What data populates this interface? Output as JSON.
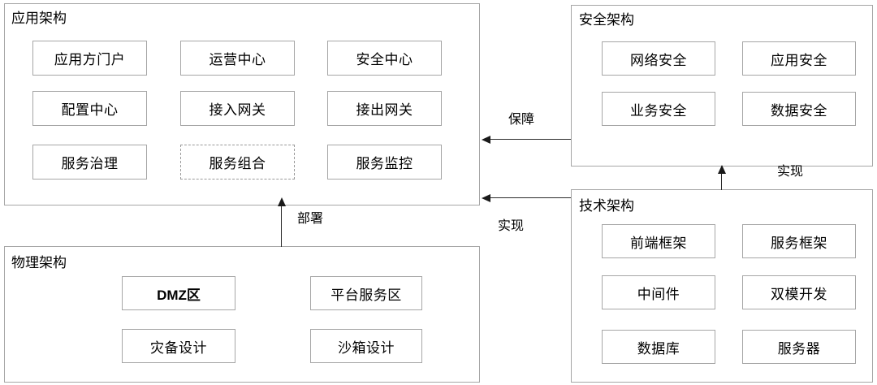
{
  "diagram": {
    "type": "architecture-block-diagram",
    "background": "#ffffff",
    "border_color": "#a6a6a6",
    "line_color": "#1a1a1a"
  },
  "panels": {
    "application": {
      "title": "应用架构",
      "nodes": [
        {
          "label": "应用方门户",
          "style": "solid"
        },
        {
          "label": "运营中心",
          "style": "solid"
        },
        {
          "label": "安全中心",
          "style": "solid"
        },
        {
          "label": "配置中心",
          "style": "solid"
        },
        {
          "label": "接入网关",
          "style": "solid"
        },
        {
          "label": "接出网关",
          "style": "solid"
        },
        {
          "label": "服务治理",
          "style": "solid"
        },
        {
          "label": "服务组合",
          "style": "dashed"
        },
        {
          "label": "服务监控",
          "style": "solid"
        }
      ]
    },
    "security": {
      "title": "安全架构",
      "nodes": [
        {
          "label": "网络安全",
          "style": "solid"
        },
        {
          "label": "应用安全",
          "style": "solid"
        },
        {
          "label": "业务安全",
          "style": "solid"
        },
        {
          "label": "数据安全",
          "style": "solid"
        }
      ]
    },
    "technical": {
      "title": "技术架构",
      "nodes": [
        {
          "label": "前端框架",
          "style": "solid"
        },
        {
          "label": "服务框架",
          "style": "solid"
        },
        {
          "label": "中间件",
          "style": "solid"
        },
        {
          "label": "双模开发",
          "style": "solid"
        },
        {
          "label": "数据库",
          "style": "solid"
        },
        {
          "label": "服务器",
          "style": "solid"
        }
      ]
    },
    "physical": {
      "title": "物理架构",
      "nodes": [
        {
          "label": "DMZ区",
          "style": "bold"
        },
        {
          "label": "平台服务区",
          "style": "solid"
        },
        {
          "label": "灾备设计",
          "style": "solid"
        },
        {
          "label": "沙箱设计",
          "style": "solid"
        }
      ]
    }
  },
  "connections": [
    {
      "id": "security-to-application",
      "label": "保障",
      "direction": "left"
    },
    {
      "id": "technical-to-application",
      "label": "实现",
      "direction": "left"
    },
    {
      "id": "technical-to-security",
      "label": "实现",
      "direction": "up"
    },
    {
      "id": "physical-to-application",
      "label": "部署",
      "direction": "up"
    }
  ]
}
